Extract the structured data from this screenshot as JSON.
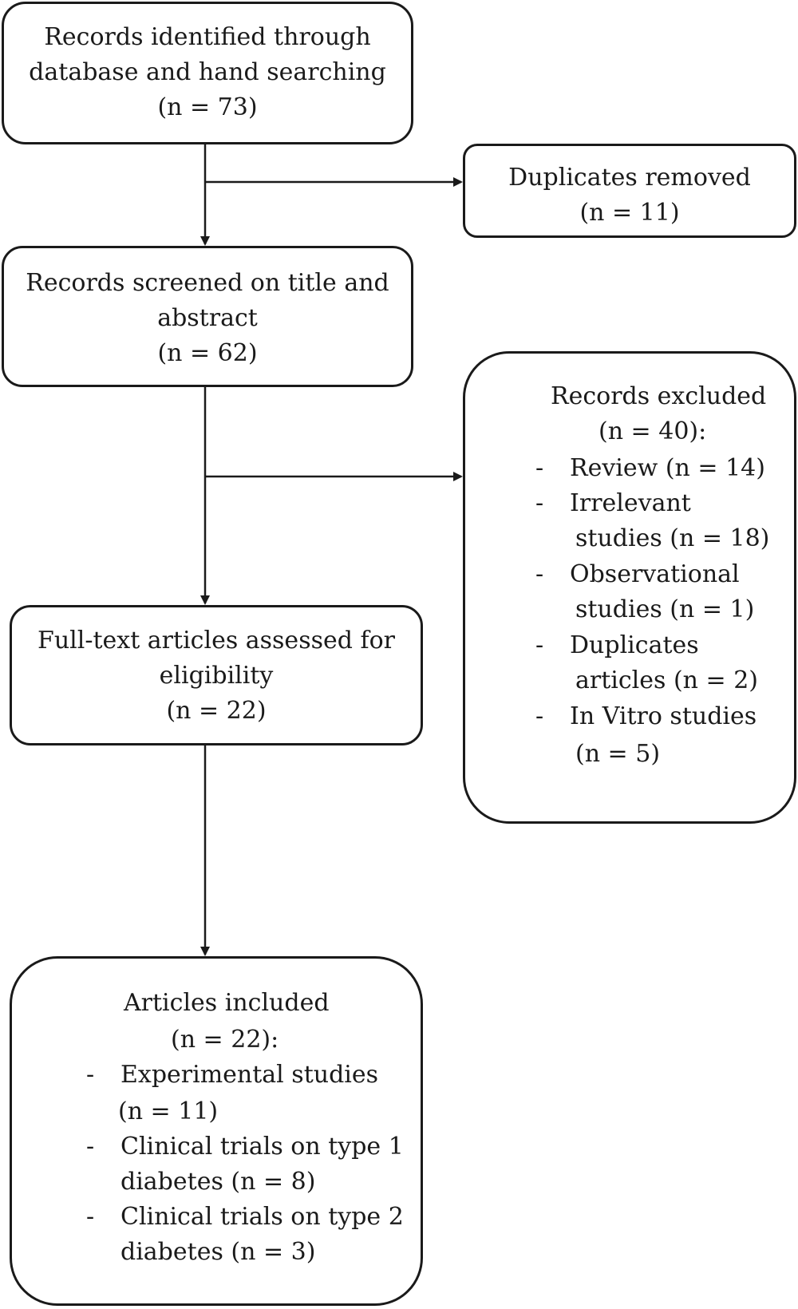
{
  "diagram": {
    "identified": {
      "lines": [
        "Records identified through",
        "database and hand searching"
      ],
      "count": "(n = 73)"
    },
    "duplicates": {
      "label": "Duplicates removed",
      "count": "(n = 11)"
    },
    "screened": {
      "lines": [
        "Records screened on title and",
        "abstract"
      ],
      "count": "(n = 62)"
    },
    "excluded": {
      "title": "Records excluded",
      "count": "(n = 40):",
      "bullet": "-",
      "items": [
        {
          "lines": [
            "Review (n = 14)"
          ]
        },
        {
          "lines": [
            "Irrelevant",
            "studies (n = 18)"
          ]
        },
        {
          "lines": [
            "Observational",
            "studies (n = 1)"
          ]
        },
        {
          "lines": [
            "Duplicates",
            "articles (n = 2)"
          ]
        },
        {
          "lines": [
            "In Vitro studies",
            "(n = 5)"
          ]
        }
      ]
    },
    "fulltext": {
      "lines": [
        "Full-text articles assessed for",
        "eligibility"
      ],
      "count": "(n = 22)"
    },
    "included": {
      "title": "Articles included",
      "count": "(n = 22):",
      "bullet": "-",
      "items": [
        {
          "lines": [
            "Experimental studies",
            "(n = 11)"
          ]
        },
        {
          "lines": [
            "Clinical trials on type 1",
            "diabetes (n = 8)"
          ]
        },
        {
          "lines": [
            "Clinical trials on type 2",
            "diabetes (n = 3)"
          ]
        }
      ]
    }
  }
}
